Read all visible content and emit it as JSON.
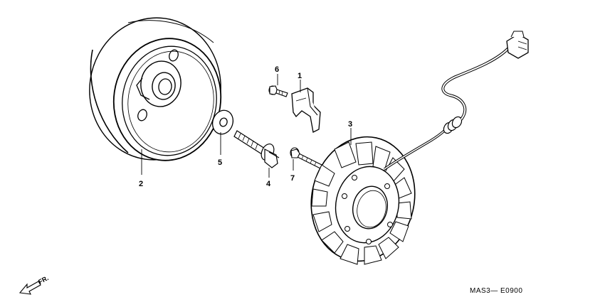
{
  "callouts": {
    "c1": "1",
    "c2": "2",
    "c3": "3",
    "c4": "4",
    "c5": "5",
    "c6": "6",
    "c7": "7"
  },
  "front_label": "FR.",
  "diagram_code": "MAS3— E0900",
  "colors": {
    "ink": "#000000",
    "background": "#ffffff"
  }
}
